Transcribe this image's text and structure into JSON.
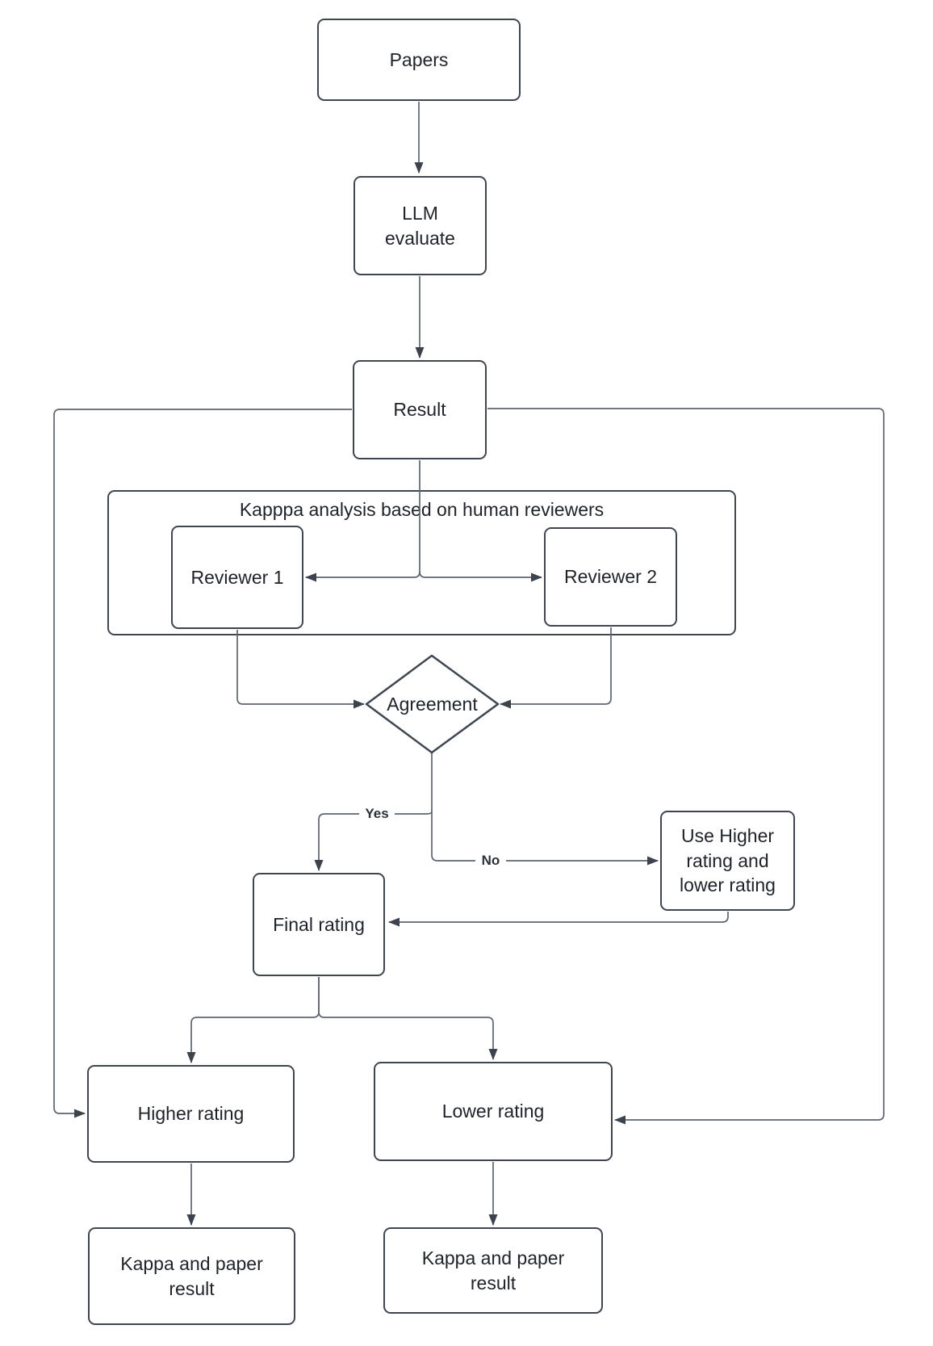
{
  "diagram": {
    "nodes": {
      "papers": {
        "label": "Papers"
      },
      "llm_evaluate": {
        "label": "LLM\nevaluate"
      },
      "result": {
        "label": "Result"
      },
      "kappa_group": {
        "label": "Kapppa analysis based on human reviewers"
      },
      "reviewer1": {
        "label": "Reviewer 1"
      },
      "reviewer2": {
        "label": "Reviewer 2"
      },
      "agreement": {
        "label": "Agreement"
      },
      "use_higher": {
        "label": "Use Higher\nrating and\nlower rating"
      },
      "final_rating": {
        "label": "Final rating"
      },
      "higher_rating": {
        "label": "Higher rating"
      },
      "lower_rating": {
        "label": "Lower rating"
      },
      "kappa_result_left": {
        "label": "Kappa and paper\nresult"
      },
      "kappa_result_right": {
        "label": "Kappa and paper\nresult"
      }
    },
    "edge_labels": {
      "yes": "Yes",
      "no": "No"
    },
    "colors": {
      "node_border": "#3f4650",
      "connector": "#5f6670",
      "arrowhead": "#3c434d",
      "text": "#1f2329",
      "background": "#ffffff"
    }
  }
}
